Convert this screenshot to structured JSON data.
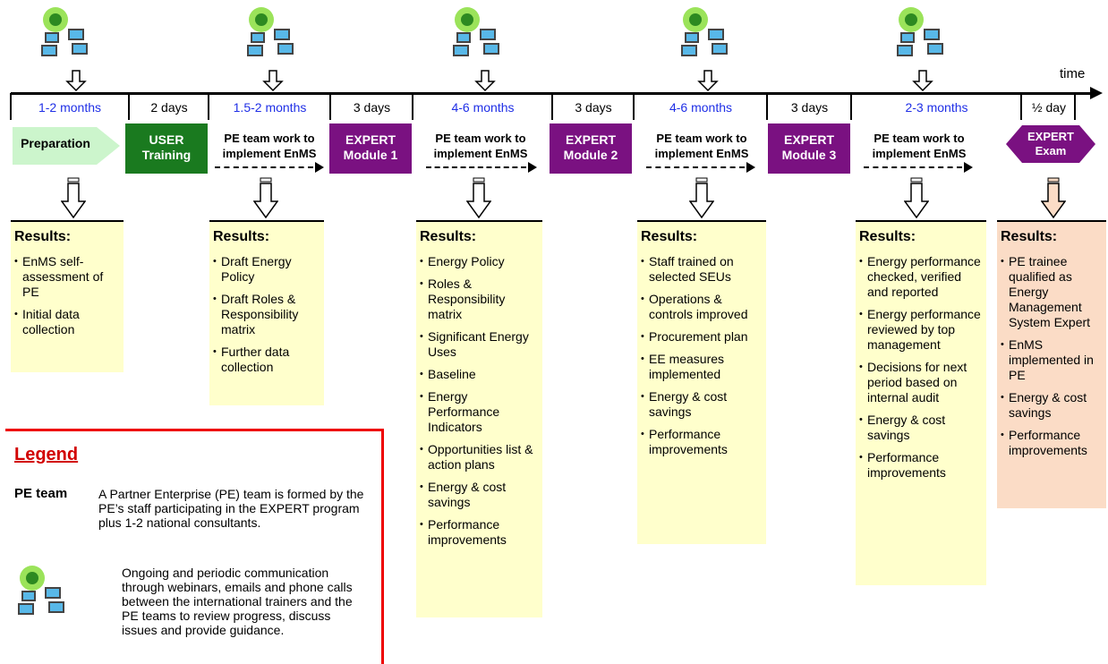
{
  "timeline": {
    "time_label": "time"
  },
  "durations": [
    "1-2 months",
    "2 days",
    "1.5-2 months",
    "3 days",
    "4-6 months",
    "3 days",
    "4-6 months",
    "3 days",
    "2-3 months",
    "½ day"
  ],
  "phases": {
    "preparation": "Preparation",
    "user_training_1": "USER",
    "user_training_2": "Training",
    "pe_work_1": "PE team work to",
    "pe_work_2": "implement EnMS",
    "expert": "EXPERT",
    "module1": "Module 1",
    "module2": "Module 2",
    "module3": "Module 3",
    "exam": "Exam"
  },
  "results": [
    {
      "title": "Results:",
      "items": [
        "EnMS self-assessment of PE",
        "Initial data collection"
      ]
    },
    {
      "title": "Results:",
      "items": [
        "Draft Energy Policy",
        "Draft Roles & Responsibility matrix",
        "Further data collection"
      ]
    },
    {
      "title": "Results:",
      "items": [
        "Energy Policy",
        "Roles & Responsibility matrix",
        "Significant Energy Uses",
        "Baseline",
        "Energy Performance Indicators",
        "Opportunities list & action plans",
        "Energy & cost savings",
        "Performance improvements"
      ]
    },
    {
      "title": "Results:",
      "items": [
        "Staff trained on selected SEUs",
        "Operations & controls improved",
        "Procurement plan",
        "EE measures implemented",
        "Energy & cost savings",
        "Performance improvements"
      ]
    },
    {
      "title": "Results:",
      "items": [
        "Energy performance checked, verified and reported",
        "Energy performance reviewed by top management",
        "Decisions for next period based on internal audit",
        "Energy & cost savings",
        "Performance improvements"
      ]
    },
    {
      "title": "Results:",
      "items": [
        "PE trainee qualified as Energy Management System Expert",
        "EnMS implemented in PE",
        "Energy & cost savings",
        "Performance improvements"
      ]
    }
  ],
  "legend": {
    "title": "Legend",
    "pe_term": "PE team",
    "pe_desc": "A Partner Enterprise (PE) team is formed by the PE’s staff participating in the EXPERT program plus 1-2 national consultants.",
    "comm_desc": "Ongoing and periodic communication through webinars, emails and phone calls between the international trainers and the PE teams to review progress, discuss issues and provide guidance."
  },
  "colors": {
    "purple": "#7a1181",
    "green": "#1a7a1f",
    "light_green": "#ccf5cc",
    "yellow": "#ffffcc",
    "peach": "#fbdcc6",
    "blue_text": "#1f2fe6",
    "legend_border": "#e00000"
  },
  "icons": [
    "support-computers-icon",
    "down-arrow-icon"
  ]
}
